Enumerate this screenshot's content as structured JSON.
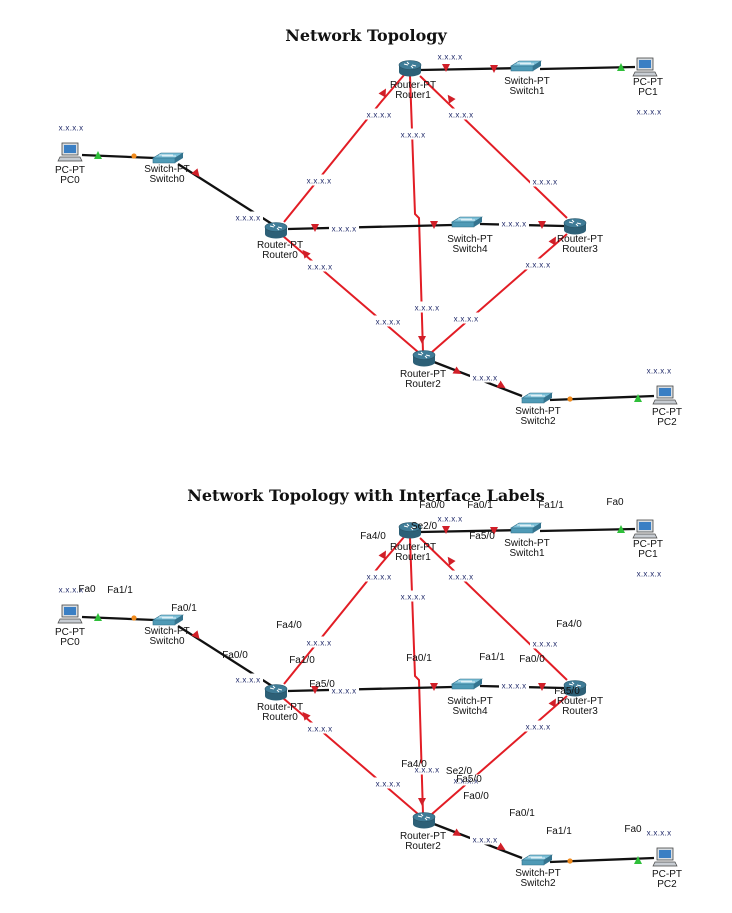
{
  "titles": {
    "top": "Network Topology",
    "bottom": "Network Topology with Interface Labels"
  },
  "colors": {
    "serial_link": "#e21d25",
    "ethernet_link": "#111111",
    "port_down_marker": "#d11f28",
    "port_up_marker": "#2fbf3a",
    "port_orange_marker": "#f08a1c",
    "router_body": "#3f7c97",
    "switch_body": "#4f9ab6",
    "pc_screen": "#3a7fc4"
  },
  "icons": {
    "router": "router-icon",
    "switch": "switch-icon",
    "pc": "pc-icon"
  },
  "devices": {
    "router0": {
      "type": "Router-PT",
      "name": "Router0"
    },
    "router1": {
      "type": "Router-PT",
      "name": "Router1"
    },
    "router2": {
      "type": "Router-PT",
      "name": "Router2"
    },
    "router3": {
      "type": "Router-PT",
      "name": "Router3"
    },
    "switch0": {
      "type": "Switch-PT",
      "name": "Switch0"
    },
    "switch1": {
      "type": "Switch-PT",
      "name": "Switch1"
    },
    "switch2": {
      "type": "Switch-PT",
      "name": "Switch2"
    },
    "switch4": {
      "type": "Switch-PT",
      "name": "Switch4"
    },
    "pc0": {
      "type": "PC-PT",
      "name": "PC0"
    },
    "pc1": {
      "type": "PC-PT",
      "name": "PC1"
    },
    "pc2": {
      "type": "PC-PT",
      "name": "PC2"
    }
  },
  "ip_placeholder": "x.x.x.x",
  "interfaces": {
    "r1_fa00": "Fa0/0",
    "sw1_fa01": "Fa0/1",
    "sw1_fa11": "Fa1/1",
    "pc1_fa0": "Fa0",
    "r1_fa40": "Fa4/0",
    "r1_se20": "Se2/0",
    "r1_fa50": "Fa5/0",
    "pc0_fa0": "Fa0",
    "sw0_fa11": "Fa1/1",
    "sw0_fa01": "Fa0/1",
    "r0_fa40": "Fa4/0",
    "r0_fa00": "Fa0/0",
    "r0_fa10": "Fa1/0",
    "r0_fa50": "Fa5/0",
    "sw4_fa01": "Fa0/1",
    "sw4_fa11": "Fa1/1",
    "r3_fa00": "Fa0/0",
    "r3_fa40": "Fa4/0",
    "r3_fa50": "Fa5/0",
    "r2_fa40": "Fa4/0",
    "r2_se20": "Se2/0",
    "r2_fa50": "Fa5/0",
    "r2_fa00": "Fa0/0",
    "sw2_fa01": "Fa0/1",
    "sw2_fa11": "Fa1/1",
    "pc2_fa0": "Fa0"
  }
}
